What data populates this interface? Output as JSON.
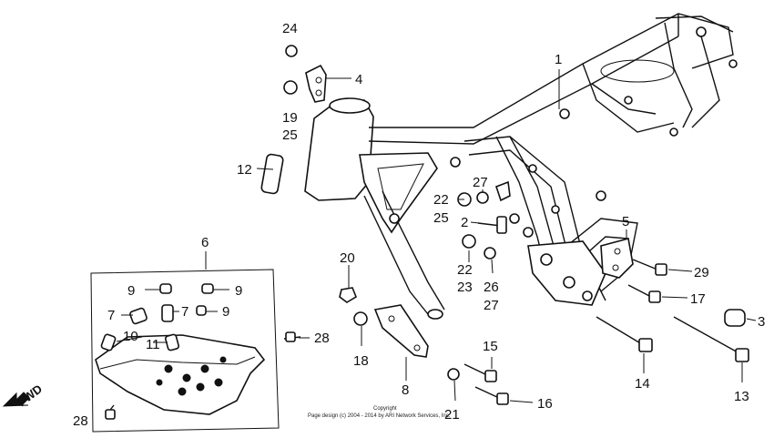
{
  "diagram": {
    "labels": {
      "p1": "1",
      "p2": "2",
      "p3": "3",
      "p4": "4",
      "p5": "5",
      "p6": "6",
      "p7a": "7",
      "p7b": "7",
      "p8": "8",
      "p9a": "9",
      "p9b": "9",
      "p9c": "9",
      "p10": "10",
      "p11": "11",
      "p12": "12",
      "p13": "13",
      "p14": "14",
      "p15": "15",
      "p16": "16",
      "p17": "17",
      "p18": "18",
      "p19": "19",
      "p20": "20",
      "p21": "21",
      "p22a": "22",
      "p22b": "22",
      "p23": "23",
      "p24": "24",
      "p25a": "25",
      "p25b": "25",
      "p26": "26",
      "p27a": "27",
      "p27b": "27",
      "p28a": "28",
      "p28b": "28",
      "p29": "29"
    },
    "fwd_label": "FWD",
    "copyright_line1": "Copyright",
    "copyright_line2": "Page design (c) 2004 - 2014 by ARI Network Services, Inc."
  }
}
